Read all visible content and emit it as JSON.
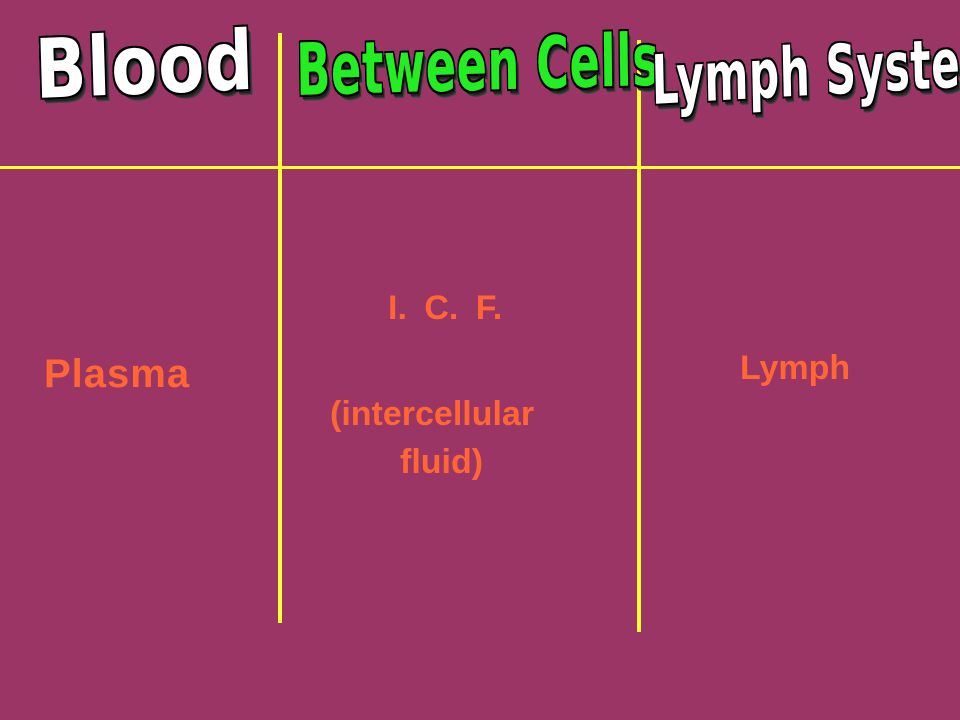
{
  "headers": {
    "blood": "Blood",
    "between_cells": "Between Cells",
    "lymph_system": "Lymph System"
  },
  "cells": {
    "plasma": "Plasma",
    "icf": "I.  C. F.",
    "icf_desc_line1": "(intercellular",
    "icf_desc_line2": "fluid)",
    "lymph": "Lymph"
  },
  "colors": {
    "background": "#9a3565",
    "divider": "#ffff33",
    "label": "#ff6633",
    "title_white": "#ffffff",
    "title_green": "#22ee22"
  }
}
